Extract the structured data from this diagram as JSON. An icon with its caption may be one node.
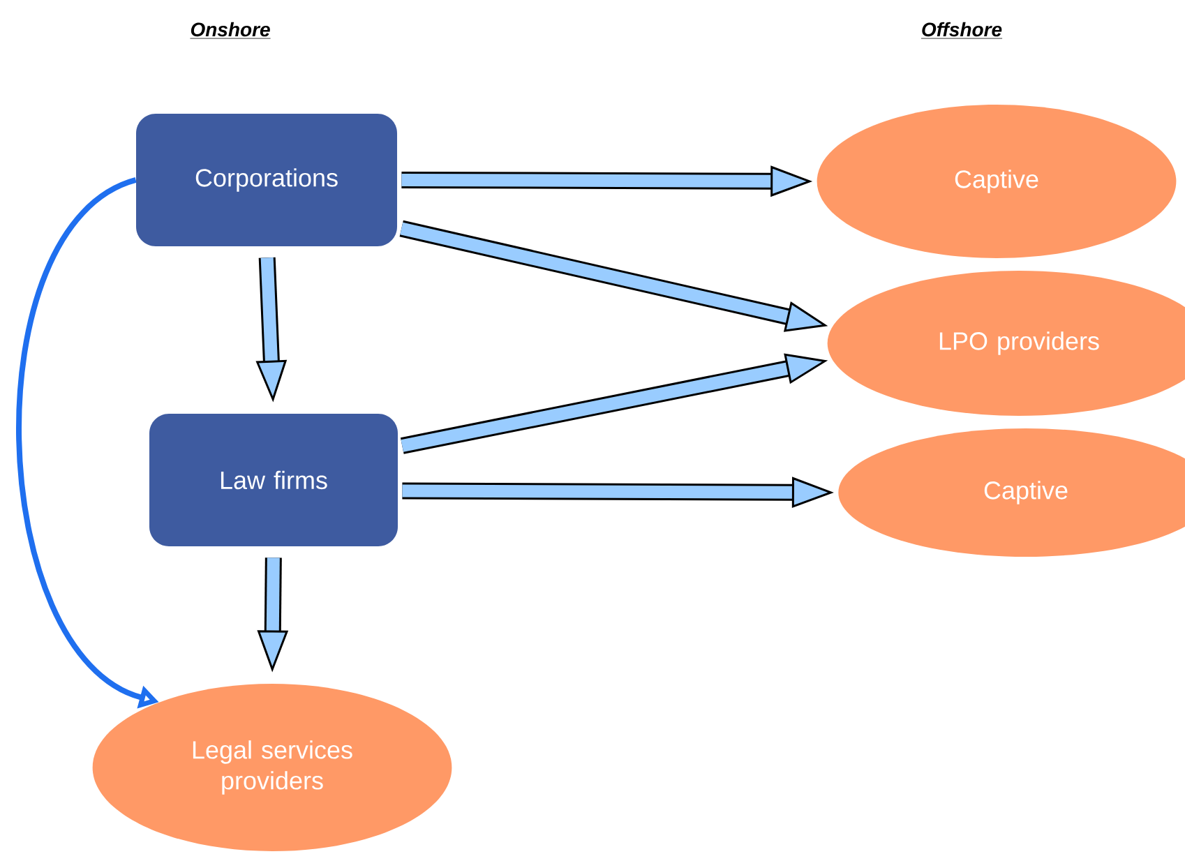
{
  "diagram": {
    "nodes": [
      {
        "text": [
          "Corporations"
        ]
      },
      {
        "text": [
          "Law firms"
        ]
      },
      {
        "text": [
          "Legal services providers"
        ]
      },
      {
        "text": [
          "Captive"
        ]
      },
      {
        "text": [
          "LPO providers"
        ]
      },
      {
        "text": [
          "Captive"
        ]
      }
    ],
    "edges": [
      {
        "from": 0,
        "to": 1,
        "arrow": "to"
      },
      {
        "from": 1,
        "to": 2,
        "arrow": "to"
      },
      {
        "from": 0,
        "to": 2,
        "arrow": "to",
        "color": "#1f6fef"
      },
      {
        "from": 0,
        "to": 3,
        "arrow": "to"
      },
      {
        "from": 0,
        "to": 4,
        "arrow": "to"
      },
      {
        "from": 1,
        "to": 4,
        "arrow": "to"
      },
      {
        "from": 1,
        "to": 5,
        "arrow": "to"
      }
    ],
    "labels": [
      "Onshore",
      "Offshore"
    ]
  }
}
